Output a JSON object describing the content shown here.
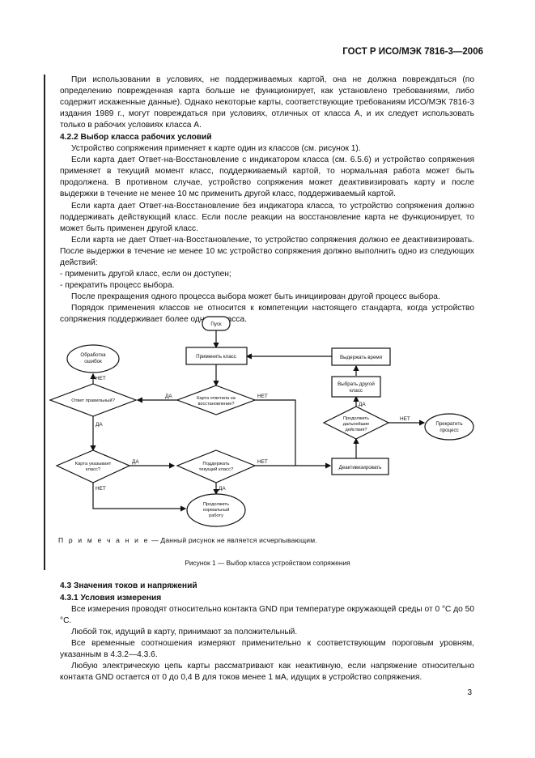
{
  "header": {
    "title": "ГОСТ Р ИСО/МЭК 7816-3—2006"
  },
  "intro_paragraph": "При использовании в условиях, не поддерживаемых картой, она не должна повреждаться (по определению поврежденная карта больше не функционирует, как установлено требованиями, либо содержит искаженные данные). Однако некоторые карты, соответствующие требованиям ИСО/МЭК 7816-3 издания 1989 г., могут повреждаться при условиях, отличных от класса А, и их следует использовать только в рабочих условиях класса А.",
  "section_422": {
    "heading": "4.2.2 Выбор класса рабочих условий",
    "paragraphs": [
      "Устройство сопряжения применяет к карте один из классов (см. рисунок 1).",
      "Если карта дает Ответ-на-Восстановление с индикатором класса (см. 6.5.6) и устройство сопряжения применяет в текущий момент класс, поддерживаемый картой, то нормальная работа может быть продолжена. В противном случае, устройство сопряжения может деактивизировать карту и после выдержки в течение не менее 10 мс применить другой класс, поддерживаемый картой.",
      "Если карта дает Ответ-на-Восстановление без индикатора класса, то устройство сопряжения должно поддерживать действующий класс. Если после реакции на восстановление карта не функционирует, то может быть применен другой класс.",
      "Если карта не дает Ответ-на-Восстановление, то устройство сопряжения должно ее деактивизировать. После выдержки в течение не менее 10 мс устройство сопряжения должно выполнить одно из следующих действий:"
    ],
    "list_items": [
      "- применить другой класс, если он доступен;",
      "- прекратить процесс выбора."
    ],
    "closing": [
      "После прекращения одного процесса выбора может быть инициирован другой процесс выбора.",
      "Порядок применения классов не относится к компетенции настоящего стандарта, когда устройство сопряжения поддерживает более одного класса."
    ]
  },
  "flowchart": {
    "start": "Пуск",
    "apply_class": "Применить класс",
    "error_handling": [
      "Обработка",
      "ошибок"
    ],
    "answer_correct": "Ответ правильный?",
    "card_answered": [
      "Карта ответила на",
      "восстановление?"
    ],
    "card_indicated_class": [
      "Карта указывает",
      "класс?"
    ],
    "supports_current_class": [
      "Поддержать",
      "текущий класс?"
    ],
    "continue_normal": [
      "Продолжить",
      "нормальный",
      "работу"
    ],
    "wait_time": "Выдержать время",
    "choose_other_class": [
      "Выбрать другой",
      "класс"
    ],
    "continue_further": [
      "Продолжить",
      "дальнейшие",
      "действия?"
    ],
    "stop_process": [
      "Прекратить",
      "процесс"
    ],
    "deactivate": "Деактивизировать",
    "yes": "ДА",
    "no": "НЕТ"
  },
  "figure": {
    "note": {
      "prefix": "П р и м е ч а н и е",
      "text": " — Данный рисунок не является исчерпывающим."
    },
    "caption": "Рисунок 1 — Выбор класса устройством сопряжения"
  },
  "section_43": {
    "heading": "4.3 Значения токов и напряжений",
    "sub_heading": "4.3.1 Условия измерения",
    "paragraphs": [
      "Все измерения проводят относительно контакта GND при температуре окружающей среды от 0 °С до 50 °С.",
      "Любой ток, идущий в карту, принимают за положительный.",
      "Все временные соотношения измеряют применительно к соответствующим пороговым уровням, указанным в 4.3.2—4.3.6.",
      "Любую электрическую цепь карты рассматривают как неактивную, если напряжение относительно контакта GND остается от 0 до 0,4 В для токов менее 1 мА, идущих в устройство сопряжения."
    ]
  },
  "page_number": "3"
}
